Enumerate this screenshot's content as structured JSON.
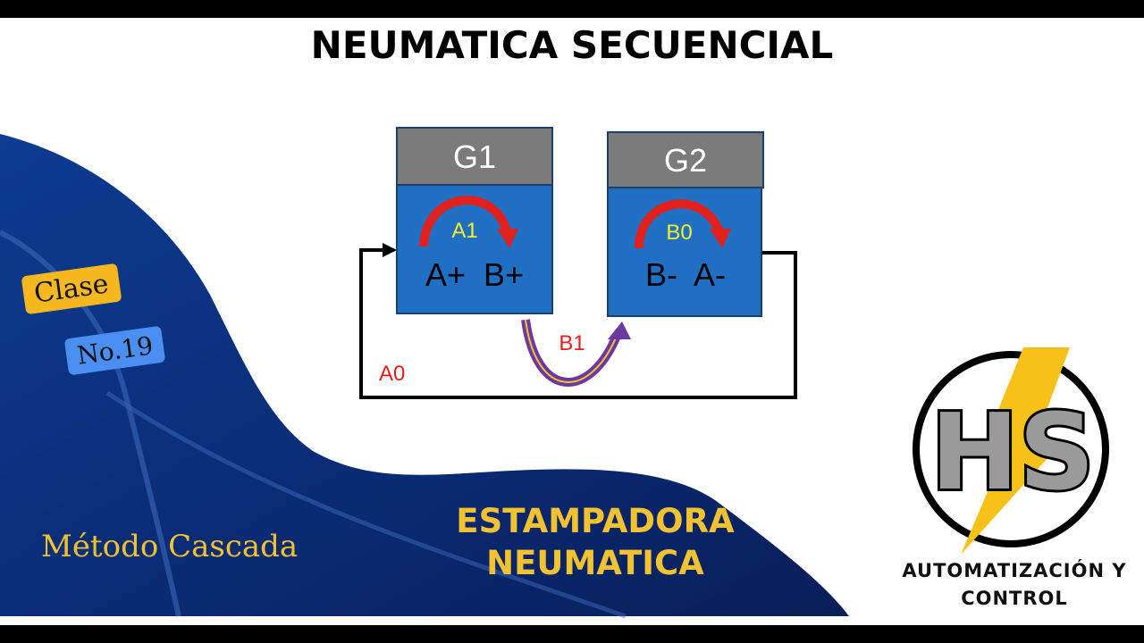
{
  "title": "NEUMATICA SECUENCIAL",
  "badges": {
    "clase": "Clase",
    "number": "No.19"
  },
  "subtitle_left": "Método Cascada",
  "subtitle_center": [
    "ESTAMPADORA",
    "NEUMATICA"
  ],
  "diagram": {
    "groups": [
      {
        "name": "G1",
        "steps": "A+  B+",
        "arrow_label": "A1"
      },
      {
        "name": "G2",
        "steps": "B-  A-",
        "arrow_label": "B0"
      }
    ],
    "transition_label": "B1",
    "return_label": "A0"
  },
  "logo": {
    "initials": "HS",
    "caption": [
      "AUTOMATIZACIÓN Y",
      "CONTROL"
    ]
  },
  "colors": {
    "group_header": "#7b7b7b",
    "group_body": "#1f6fc2",
    "red_arrow": "#e0211d",
    "purple_arrow": "#6b3aa0",
    "yellow_text": "#f2c230",
    "navy": "#0d2f7a"
  }
}
